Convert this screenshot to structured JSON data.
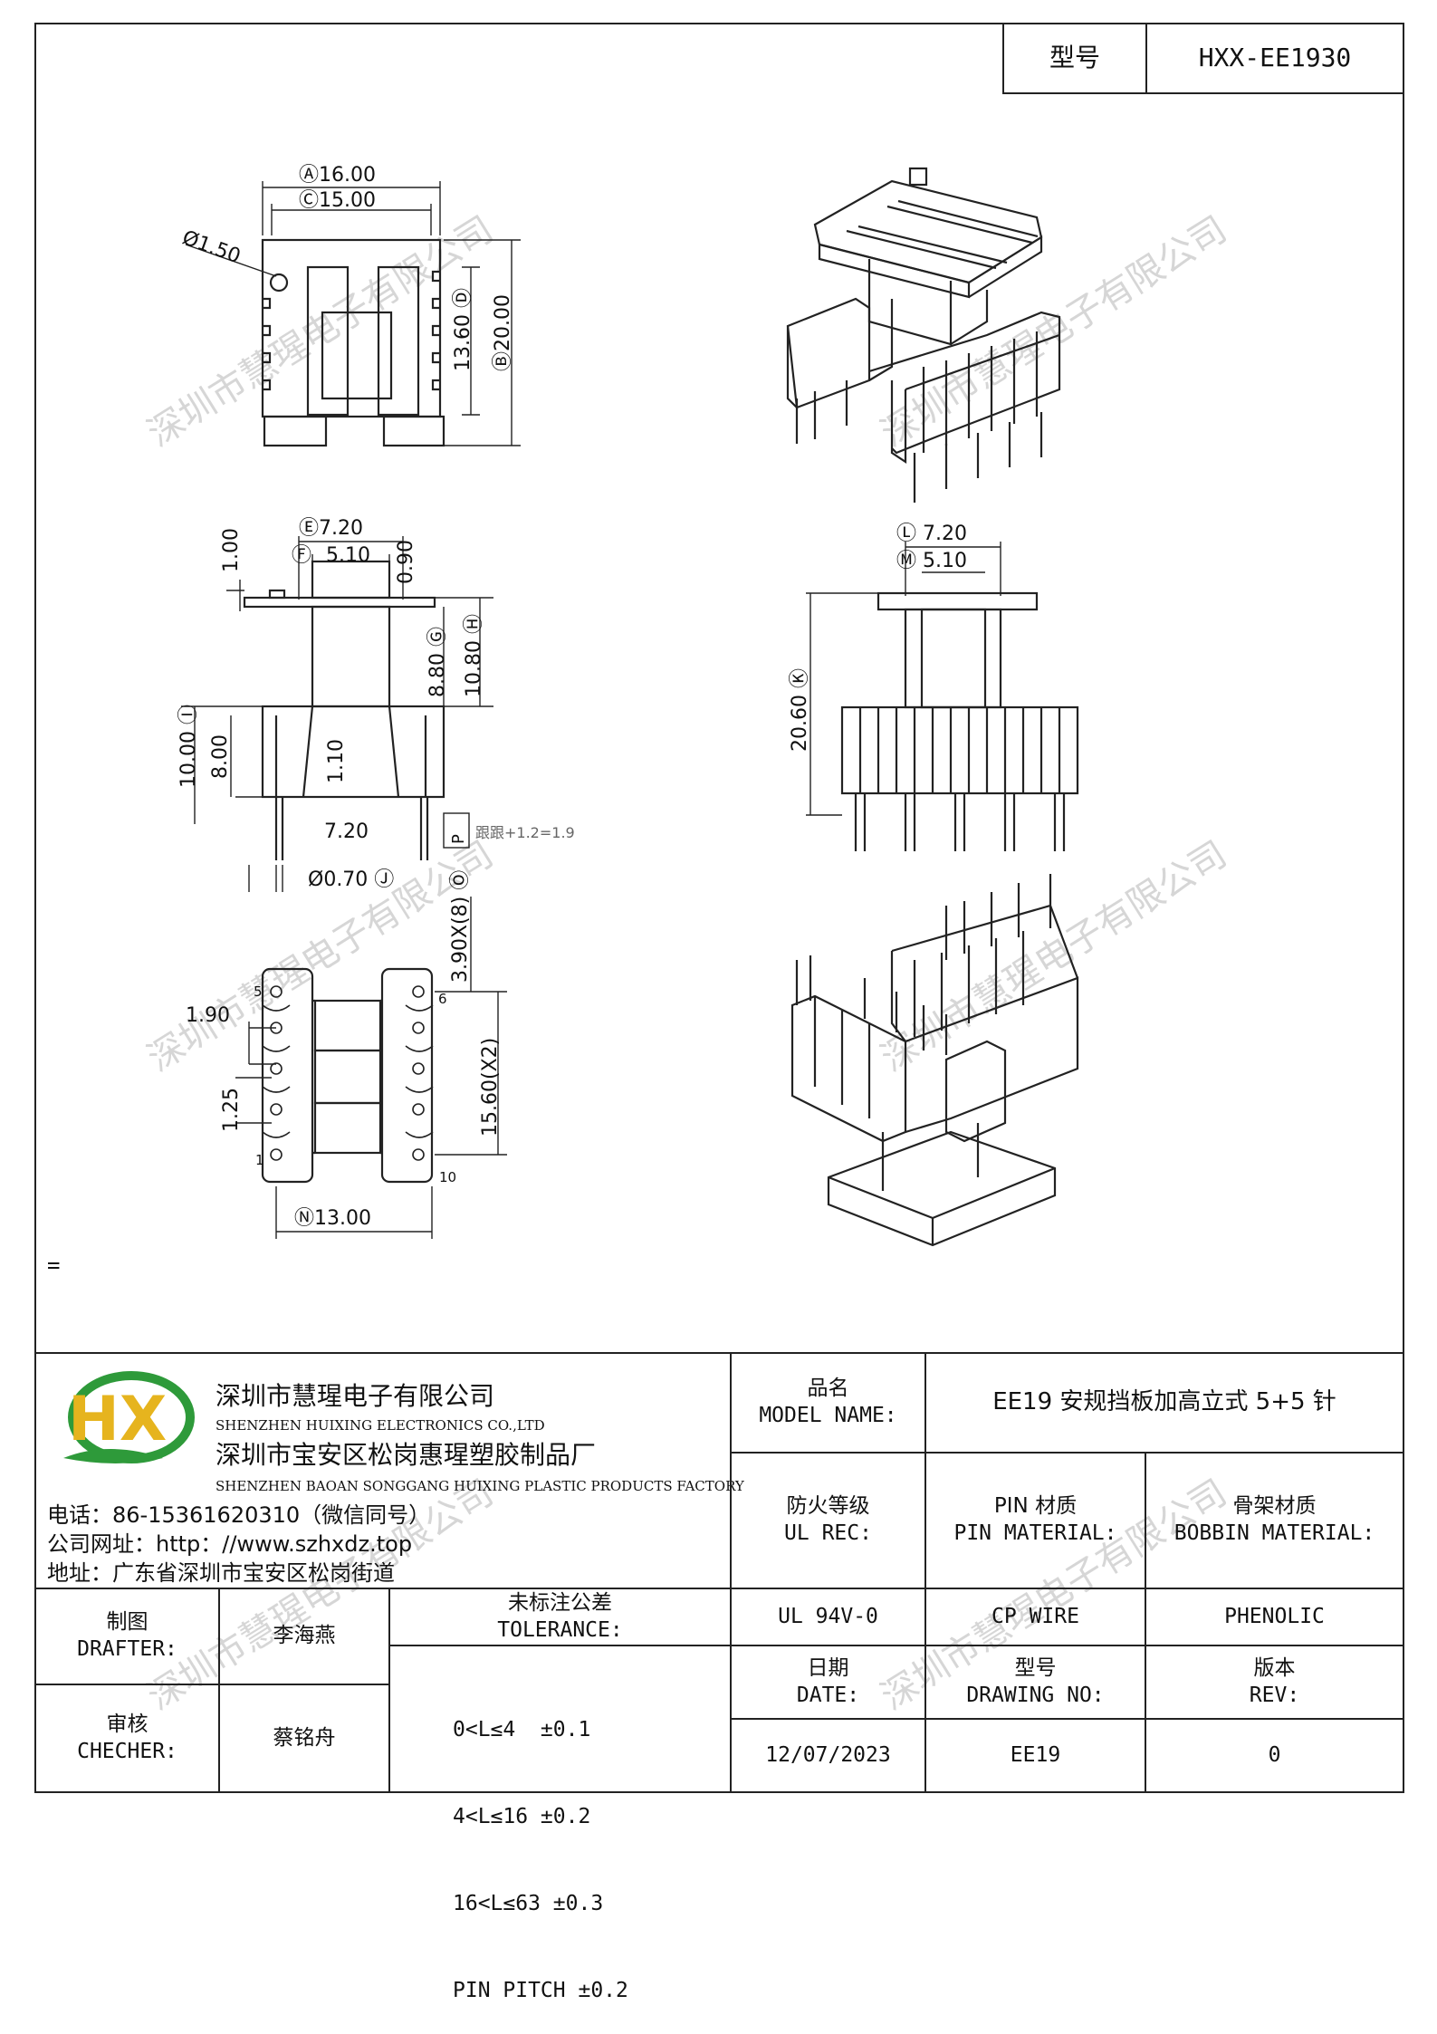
{
  "header": {
    "model_label": "型号",
    "model_value": "HXX-EE1930"
  },
  "watermark": "深圳市慧瑆电子有限公司",
  "drawing": {
    "top_view": {
      "dim_a": "Ⓐ16.00",
      "dim_c": "Ⓒ15.00",
      "dim_b": "Ⓑ20.00",
      "dim_d": "13.60 Ⓓ",
      "dim_hole": "Ø1.50"
    },
    "side_view": {
      "dim_e": "Ⓔ7.20",
      "dim_f": "Ⓕ",
      "dim_f_val": "5.10",
      "dim_100": "1.00",
      "dim_090": "0.90",
      "dim_g": "8.80 Ⓖ",
      "dim_h": "10.80 Ⓗ",
      "dim_i": "10.00 Ⓘ",
      "dim_800": "8.00",
      "dim_110": "1.10",
      "dim_720b": "7.20",
      "dim_pin": "Ø0.70 Ⓙ",
      "dim_p": "P",
      "note": "跟跟+1.2=1.9"
    },
    "front_view": {
      "dim_l": "Ⓛ 7.20",
      "dim_m": "Ⓜ 5.10",
      "dim_k": "20.60 Ⓚ"
    },
    "bottom_view": {
      "dim_o": "3.90X(8) Ⓞ",
      "dim_190": "1.90",
      "dim_125": "1.25",
      "dim_1560": "15.60(X2)",
      "dim_n": "Ⓝ13.00",
      "pin1": "1",
      "pin5": "5",
      "pin6": "6",
      "pin10": "10"
    }
  },
  "misc_mark": "=",
  "company": {
    "logo_letters": "HX",
    "name_cn": "深圳市慧瑆电子有限公司",
    "name_en": "SHENZHEN HUIXING ELECTRONICS CO.,LTD",
    "factory_cn": "深圳市宝安区松岗惠瑆塑胶制品厂",
    "factory_en": "SHENZHEN BAOAN SONGGANG HUIXING PLASTIC PRODUCTS FACTORY",
    "phone": "电话：86-15361620310（微信同号）",
    "website": "公司网址：http：//www.szhxdz.top",
    "address": "地址：广东省深圳市宝安区松岗街道"
  },
  "title_block": {
    "model_name_cn": "品名",
    "model_name_en": "MODEL NAME:",
    "model_name_value": "EE19 安规挡板加高立式 5+5 针",
    "ul_cn": "防火等级",
    "ul_en": "UL REC:",
    "ul_value": "UL 94V-0",
    "pin_cn": "PIN 材质",
    "pin_en": "PIN MATERIAL:",
    "pin_value": "CP WIRE",
    "bobbin_cn": "骨架材质",
    "bobbin_en": "BOBBIN MATERIAL:",
    "bobbin_value": "PHENOLIC",
    "drafter_cn": "制图",
    "drafter_en": "DRAFTER:",
    "drafter_name": "李海燕",
    "checker_cn": "审核",
    "checker_en": "CHECHER:",
    "checker_name": "蔡铭舟",
    "tolerance_cn": "未标注公差",
    "tolerance_en": "TOLERANCE:",
    "tolerance_lines": [
      "0<L≤4  ±0.1",
      "4<L≤16 ±0.2",
      "16<L≤63 ±0.3",
      "PIN PITCH ±0.2"
    ],
    "date_cn": "日期",
    "date_en": "DATE:",
    "date_value": "12/07/2023",
    "drawing_no_cn": "型号",
    "drawing_no_en": "DRAWING NO:",
    "drawing_no_value": "EE19",
    "rev_cn": "版本",
    "rev_en": "REV:",
    "rev_value": "0"
  },
  "colors": {
    "logo_green": "#2e9a3a",
    "logo_yellow": "#e6b41e",
    "line": "#222222"
  }
}
